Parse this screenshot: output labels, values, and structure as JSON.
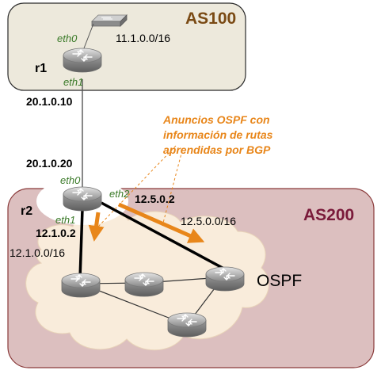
{
  "colors": {
    "as100_fill": "#ede9dc",
    "as200_fill": "#dcbfbf",
    "as100_text": "#7a4a14",
    "as200_text": "#7a1a3a",
    "cloud_fill": "#f9ecdb",
    "interface_text": "#3a7a28",
    "annotation": "#e8861a"
  },
  "as100": {
    "title": "AS100",
    "switch_network": "11.1.0.0/16",
    "router": {
      "name": "r1",
      "icon": "router-icon",
      "eth0": "eth0",
      "eth1": "eth1"
    },
    "switch_icon": "switch-icon"
  },
  "link_r1_r2": {
    "r1_ip": "20.1.0.10",
    "r2_ip": "20.1.0.20"
  },
  "as200": {
    "title": "AS200",
    "router": {
      "name": "r2",
      "icon": "router-icon",
      "eth0": "eth0",
      "eth1": "eth1",
      "eth2": "eth2",
      "eth1_ip": "12.1.0.2",
      "eth2_ip": "12.5.0.2"
    },
    "net_eth1": "12.1.0.0/16",
    "net_eth2": "12.5.0.0/16",
    "protocol_label": "OSPF",
    "internal_routers": 4
  },
  "annotation": {
    "lines": [
      "Anuncios OSPF con",
      "información de rutas",
      "aprendidas por BGP"
    ]
  }
}
